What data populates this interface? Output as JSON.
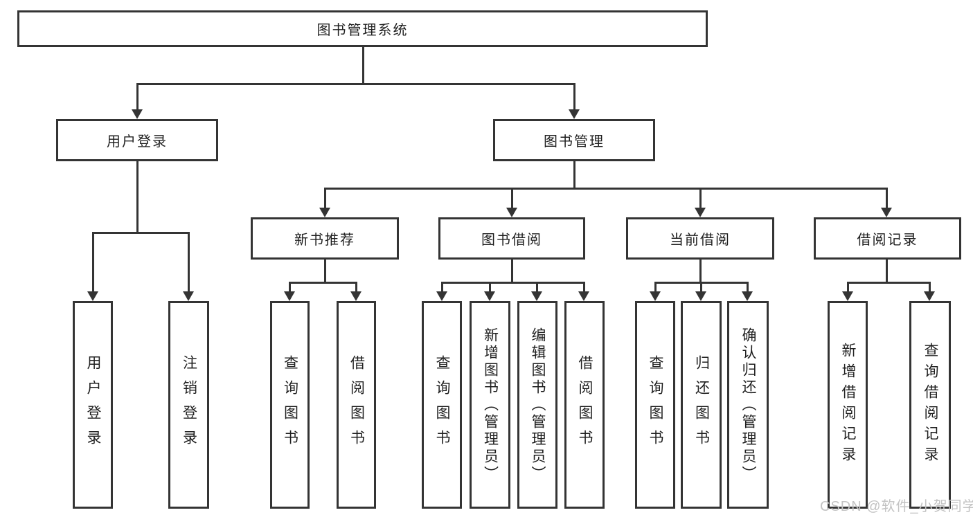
{
  "diagram": {
    "title": "图书管理系统",
    "tree": {
      "root": {
        "label": "图书管理系统"
      },
      "branches": [
        {
          "label": "用户登录",
          "children": [
            {
              "label": "用户登录"
            },
            {
              "label": "注销登录"
            }
          ]
        },
        {
          "label": "图书管理",
          "children": [
            {
              "label": "新书推荐",
              "children": [
                {
                  "label": "查询图书"
                },
                {
                  "label": "借阅图书"
                }
              ]
            },
            {
              "label": "图书借阅",
              "children": [
                {
                  "label": "查询图书"
                },
                {
                  "label": "新增图书（管理员）"
                },
                {
                  "label": "编辑图书（管理员）"
                },
                {
                  "label": "借阅图书"
                }
              ]
            },
            {
              "label": "当前借阅",
              "children": [
                {
                  "label": "查询图书"
                },
                {
                  "label": "归还图书"
                },
                {
                  "label": "确认归还（管理员）"
                }
              ]
            },
            {
              "label": "借阅记录",
              "children": [
                {
                  "label": "新增借阅记录"
                },
                {
                  "label": "查询借阅记录"
                }
              ]
            }
          ]
        }
      ]
    },
    "watermark": "CSDN @软件_小贺同学",
    "colors": {
      "line": "#343434",
      "text": "#1f1f1f",
      "background": "#ffffff",
      "watermark": "#c3c3c3"
    }
  }
}
